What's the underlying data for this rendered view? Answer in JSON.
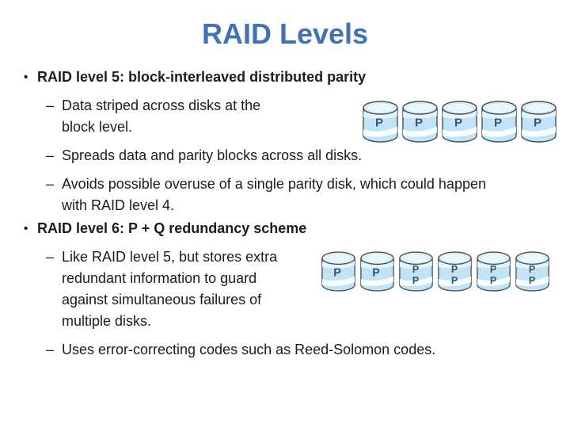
{
  "slide": {
    "title": "RAID Levels",
    "title_color": "#4173b4",
    "background_color": "#ffffff",
    "text_color": "#1c1c1c"
  },
  "content": {
    "items": [
      {
        "level": 1,
        "marker": "•",
        "bold": true,
        "lines": [
          "RAID level 5: block-interleaved distributed parity"
        ]
      },
      {
        "level": 2,
        "marker": "–",
        "bold": false,
        "lines": [
          "Data striped across disks at the",
          "block level."
        ]
      },
      {
        "level": 2,
        "marker": "–",
        "bold": false,
        "lines": [
          "Spreads data and parity blocks across all disks."
        ]
      },
      {
        "level": 2,
        "marker": "–",
        "bold": false,
        "lines": [
          "Avoids possible overuse of a single parity disk, which could happen",
          "with RAID level 4."
        ]
      },
      {
        "level": 1,
        "marker": "•",
        "bold": true,
        "lines": [
          "RAID level 6: P + Q redundancy scheme"
        ]
      },
      {
        "level": 2,
        "marker": "–",
        "bold": false,
        "lines": [
          "Like RAID level 5, but stores extra",
          "redundant information to guard",
          "against simultaneous failures of",
          "multiple disks."
        ]
      },
      {
        "level": 2,
        "marker": "–",
        "bold": false,
        "lines": [
          "Uses error-correcting codes such as Reed-Solomon codes."
        ]
      }
    ]
  },
  "figures": {
    "raid5": {
      "name": "raid5-parity-disks",
      "disks": [
        [
          "P"
        ],
        [
          "P"
        ],
        [
          "P"
        ],
        [
          "P"
        ],
        [
          "P"
        ]
      ]
    },
    "raid6": {
      "name": "raid6-pq-disks",
      "disks": [
        [
          "P"
        ],
        [
          "P"
        ],
        [
          "P",
          "P"
        ],
        [
          "P",
          "P"
        ],
        [
          "P",
          "P"
        ],
        [
          "P",
          "P"
        ]
      ]
    },
    "disk_colors": {
      "body": "#c2e3f5",
      "top": "#d8eefb",
      "top_inner": "#e9f7fd",
      "stripe": "#fbfeff",
      "outline": "#454f56",
      "label": "#32566d"
    }
  }
}
